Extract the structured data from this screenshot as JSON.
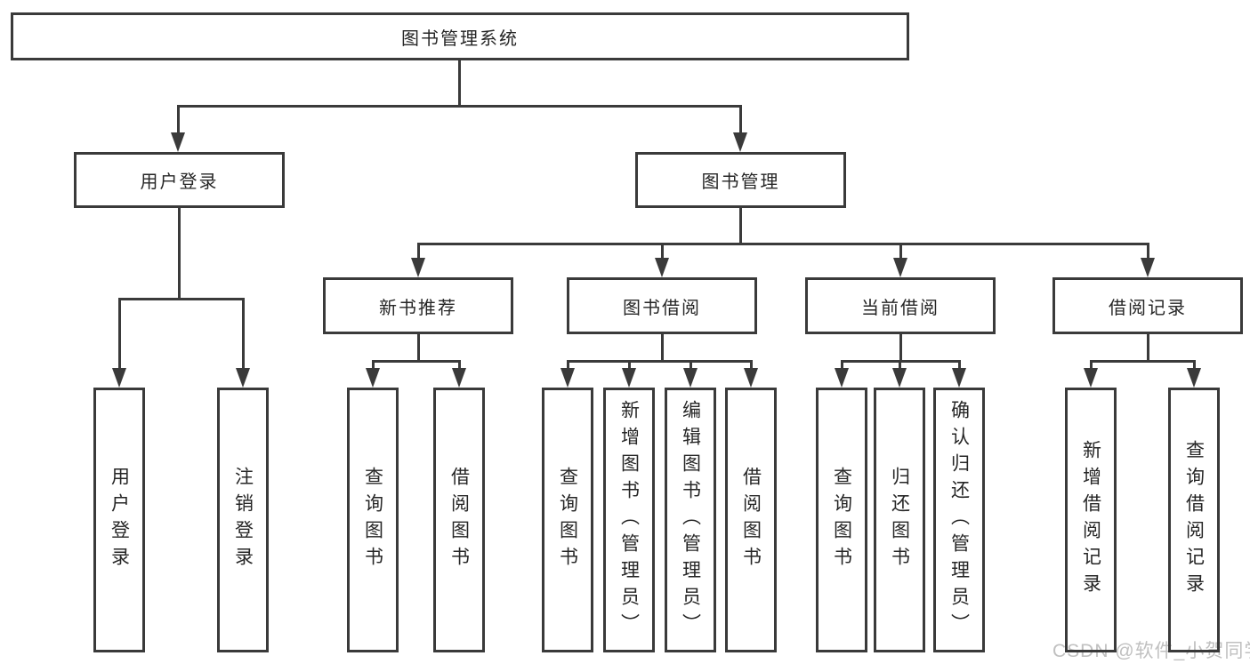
{
  "tree": {
    "root": {
      "label": "图书管理系统"
    },
    "branches": [
      {
        "label": "用户登录",
        "leaves": [
          "用户登录",
          "注销登录"
        ]
      },
      {
        "label": "图书管理",
        "groups": [
          {
            "label": "新书推荐",
            "leaves": [
              "查询图书",
              "借阅图书"
            ]
          },
          {
            "label": "图书借阅",
            "leaves": [
              "查询图书",
              "新增图书（管理员）",
              "编辑图书（管理员）",
              "借阅图书"
            ]
          },
          {
            "label": "当前借阅",
            "leaves": [
              "查询图书",
              "归还图书",
              "确认归还（管理员）"
            ]
          },
          {
            "label": "借阅记录",
            "leaves": [
              "新增借阅记录",
              "查询借阅记录"
            ]
          }
        ]
      }
    ]
  },
  "watermark": {
    "text": "CSDN @软件_小贺同学"
  },
  "colors": {
    "line": "#3a3a3a",
    "text": "#262626",
    "watermark": "#c0c0c0",
    "background": "#ffffff"
  }
}
